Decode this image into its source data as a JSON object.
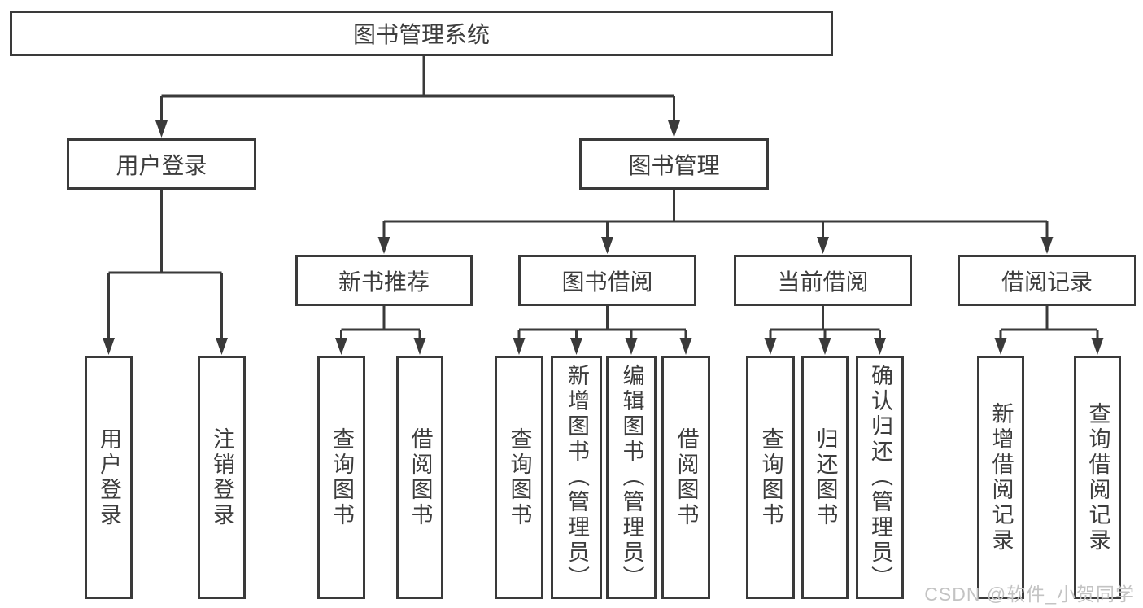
{
  "diagram": {
    "type": "tree",
    "colors": {
      "line": "#3a3a3a",
      "box_border": "#3a3a3a",
      "box_background": "#ffffff",
      "text": "#3d3d3d",
      "watermark": "#c3c3c3"
    },
    "root": {
      "label": "图书管理系统",
      "children": [
        {
          "label": "用户登录",
          "children": [
            {
              "label": "用户登录"
            },
            {
              "label": "注销登录"
            }
          ]
        },
        {
          "label": "图书管理",
          "children": [
            {
              "label": "新书推荐",
              "children": [
                {
                  "label": "查询图书"
                },
                {
                  "label": "借阅图书"
                }
              ]
            },
            {
              "label": "图书借阅",
              "children": [
                {
                  "label": "查询图书"
                },
                {
                  "label": "新增图书（管理员）"
                },
                {
                  "label": "编辑图书（管理员）"
                },
                {
                  "label": "借阅图书"
                }
              ]
            },
            {
              "label": "当前借阅",
              "children": [
                {
                  "label": "查询图书"
                },
                {
                  "label": "归还图书"
                },
                {
                  "label": "确认归还（管理员）"
                }
              ]
            },
            {
              "label": "借阅记录",
              "children": [
                {
                  "label": "新增借阅记录"
                },
                {
                  "label": "查询借阅记录"
                }
              ]
            }
          ]
        }
      ]
    }
  },
  "watermark": {
    "text": "CSDN @软件_小贺同学"
  }
}
